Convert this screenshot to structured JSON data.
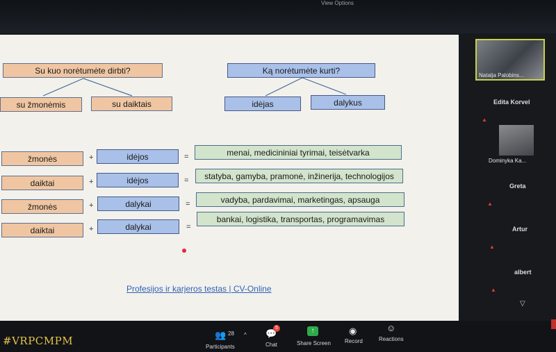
{
  "window": {
    "view_options": "View Options"
  },
  "slide": {
    "q1": "Su kuo norėtumėte dirbti?",
    "q2": "Ką norėtumėte kurti?",
    "a1": "su žmonėmis",
    "a2": "su daiktais",
    "a3": "idėjas",
    "a4": "dalykus",
    "rows": [
      {
        "left": "žmonės",
        "right": "idėjos",
        "result": "menai, medicininiai tyrimai, teisėtvarka"
      },
      {
        "left": "daiktai",
        "right": "idėjos",
        "result": "statyba, gamyba, pramonė, inžinerija, technologijos"
      },
      {
        "left": "žmonės",
        "right": "dalykai",
        "result": "vadyba, pardavimai, marketingas, apsauga"
      },
      {
        "left": "daiktai",
        "right": "dalykai",
        "result": "bankai, logistika, transportas, programavimas"
      }
    ],
    "plus": "+",
    "equals": "=",
    "link": "Profesijos ir karjeros testas | CV-Online"
  },
  "participants_panel": {
    "p1": "Natalja Palobins...",
    "p2": "Edita Korvel",
    "p3": "Dominyka Ka...",
    "p4": "Greta",
    "p5": "Artur",
    "p6": "albert"
  },
  "toolbar": {
    "participants_count": "28",
    "participants": "Participants",
    "chat": "Chat",
    "chat_badge": "5",
    "share": "Share Screen",
    "record": "Record",
    "reactions": "Reactions"
  },
  "watermark": "#VRPCMPM"
}
